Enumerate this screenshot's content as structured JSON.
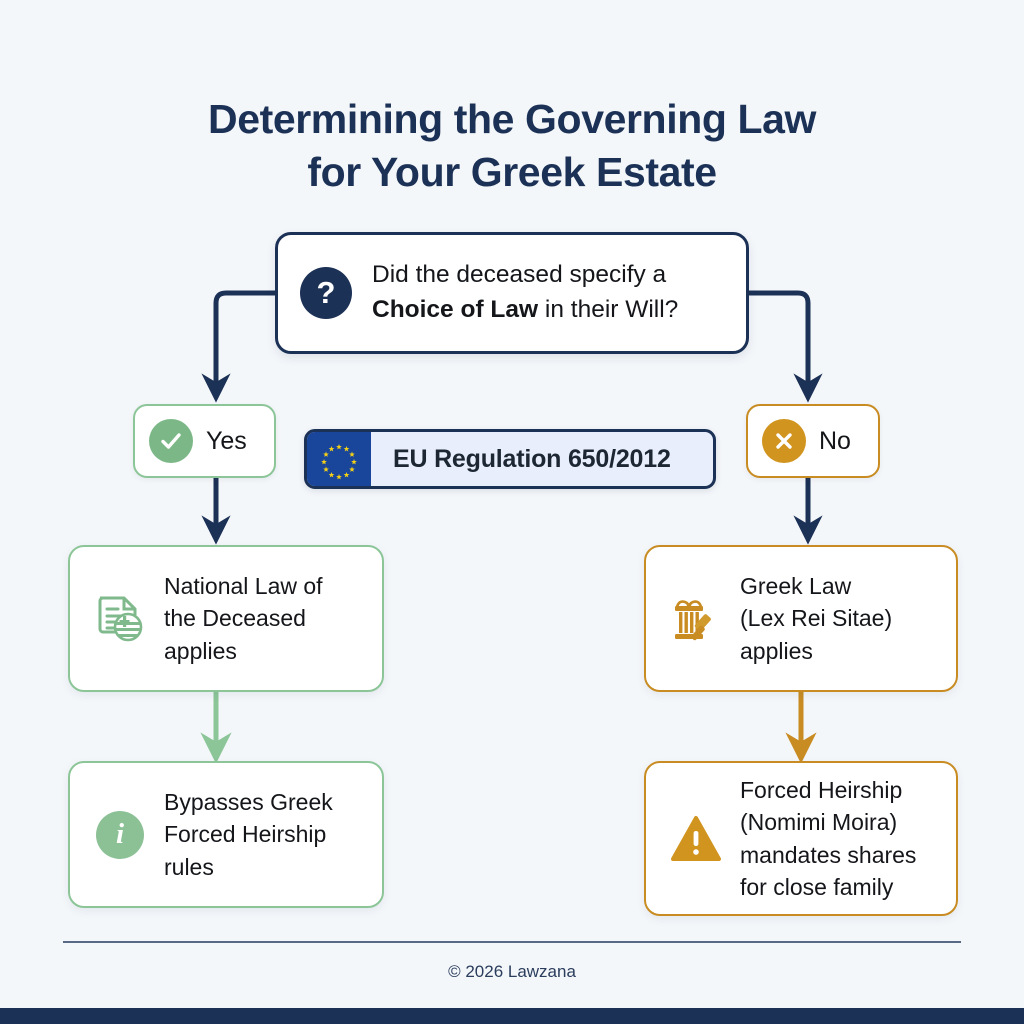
{
  "page": {
    "background_color": "#f4f7fa",
    "accent_navy": "#1c3156",
    "accent_green": "#8cc698",
    "accent_amber": "#c98c23"
  },
  "title": {
    "line1": "Determining the Governing Law",
    "line2": "for Your Greek Estate"
  },
  "decision": {
    "icon": "question-mark-icon",
    "icon_glyph": "?",
    "text_before": "Did the deceased specify a ",
    "text_strong": "Choice of Law",
    "text_after": " in their Will?"
  },
  "branches": {
    "yes": {
      "label": "Yes",
      "icon": "check-circle-icon",
      "icon_glyph": "✓",
      "color": "#7cb887"
    },
    "no": {
      "label": "No",
      "icon": "x-circle-icon",
      "icon_glyph": "✕",
      "color": "#d1941f"
    }
  },
  "eu_banner": {
    "label": "EU Regulation 650/2012",
    "icon": "eu-flag-icon",
    "flag_color": "#19469b",
    "star_color": "#f5d016",
    "star_count": 12
  },
  "outcomes": {
    "national_law": {
      "icon": "document-greek-flag-icon",
      "line1": "National Law of",
      "line2": "the Deceased",
      "line3": "applies"
    },
    "bypass": {
      "icon": "info-circle-icon",
      "icon_glyph": "i",
      "line1": "Bypasses Greek",
      "line2": "Forced Heirship",
      "line3": "rules"
    },
    "greek_law": {
      "icon": "column-gavel-icon",
      "line1": "Greek Law",
      "line2": "(Lex Rei Sitae)",
      "line3": "applies"
    },
    "forced_heirship": {
      "icon": "warning-triangle-icon",
      "line1": "Forced Heirship",
      "line2": "(Nomimi Moira)",
      "line3": "mandates shares",
      "line4": "for close family"
    }
  },
  "footer": {
    "copyright": "© 2026 Lawzana"
  }
}
